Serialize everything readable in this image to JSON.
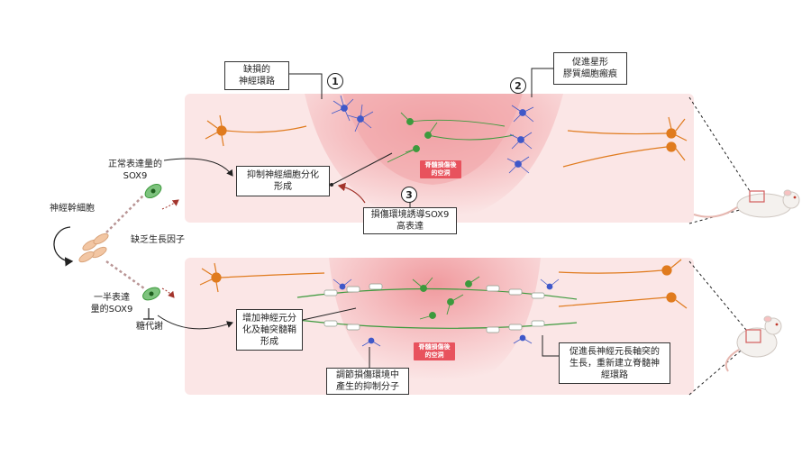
{
  "labels": {
    "defective_circuit": "缺損的\n神經環路",
    "promote_scar": "促進星形\n膠質細胞瘢痕",
    "normal_sox9": "正常表達量的\nSOX9",
    "neural_stem_cell": "神經幹細胞",
    "lack_growth_factor": "缺乏生長因子",
    "inhibit_diff": "抑制神經細胞分化\n形成",
    "injury_induce": "損傷環境誘導SOX9\n高表達",
    "cavity_top": "脊髓損傷後\n的空洞",
    "half_sox9": "一半表達\n量的SOX9",
    "glycometabolism": "糖代謝",
    "increase_diff": "增加神經元分\n化及軸突髓鞘\n形成",
    "regulate_inhib": "調節損傷環境中\n產生的抑制分子",
    "cavity_bottom": "脊髓損傷後\n的空洞",
    "promote_growth": "促進長神經元長軸突的\n生長，重新建立脊髓神\n經環路"
  },
  "badges": [
    "1",
    "2",
    "3"
  ],
  "colors": {
    "panel": "#fbe6e6",
    "lesion": "#f3b9bb",
    "neuron_orange": "#e07b1e",
    "astrocyte_blue": "#3f58c9",
    "stem_green": "#3d9a3d",
    "cavity": "#e8525d"
  }
}
